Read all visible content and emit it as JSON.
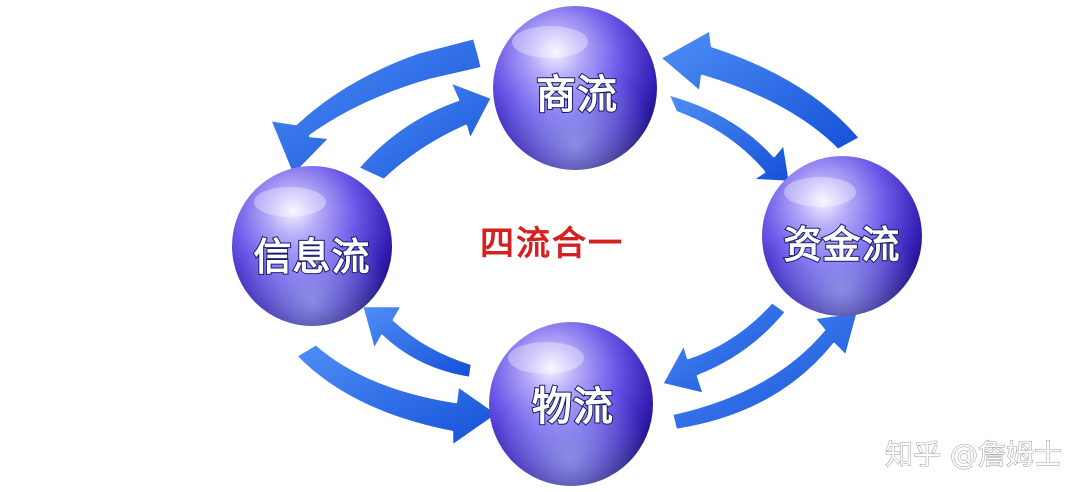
{
  "center_label": "四流合一",
  "nodes": [
    {
      "id": "shangliu",
      "label": "商流"
    },
    {
      "id": "xinxiliu",
      "label": "信息流"
    },
    {
      "id": "zijinliu",
      "label": "资金流"
    },
    {
      "id": "wuliu",
      "label": "物流"
    }
  ],
  "watermark": "知乎 @詹姆士",
  "colors": {
    "arrow": "#1a5fe0",
    "arrow_light": "#4a8af5",
    "sphere_highlight": "#e8e8ff",
    "sphere_mid": "#7a6cf0",
    "sphere_dark": "#2a1aa8",
    "center_label": "#d61f1f",
    "watermark": "#ffffff"
  }
}
